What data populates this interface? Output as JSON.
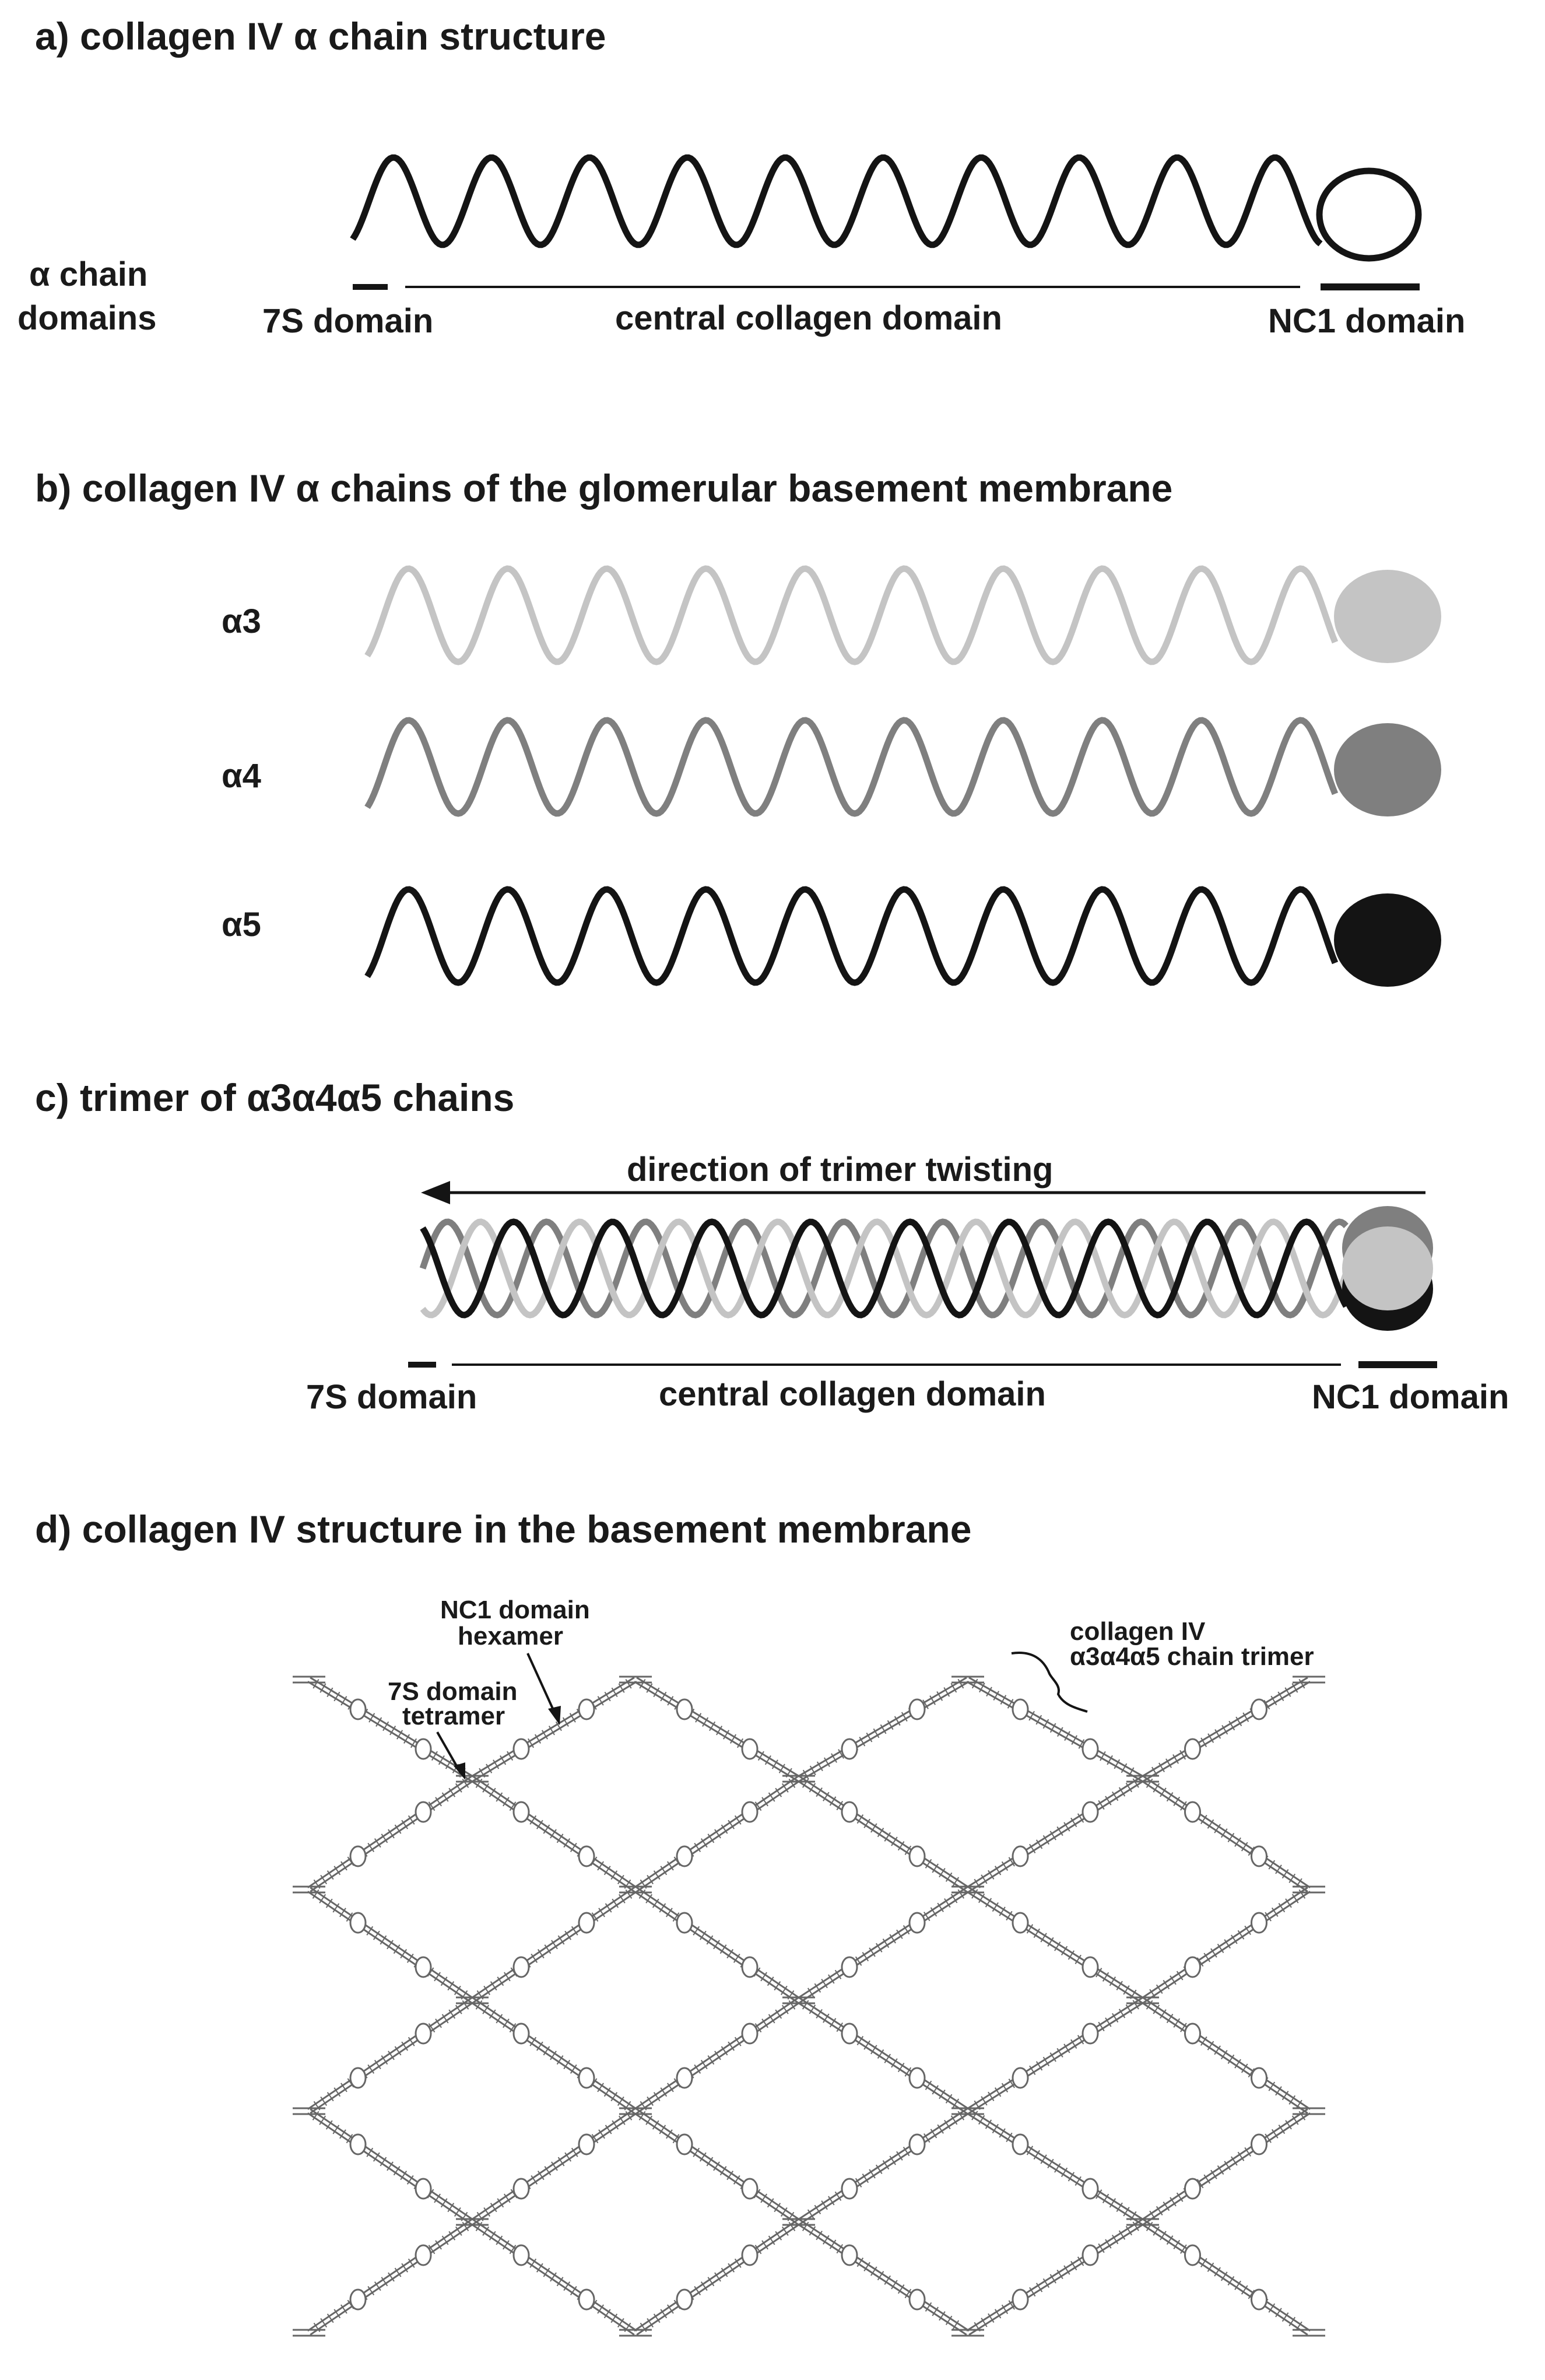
{
  "panels": {
    "a": {
      "title": "a) collagen IV α chain structure",
      "side_label_line1": "α chain",
      "side_label_line2": "domains",
      "domain_7s": "7S domain",
      "domain_central": "central collagen domain",
      "domain_nc1": "NC1 domain"
    },
    "b": {
      "title": "b) collagen IV α chains of the glomerular basement membrane",
      "chains": [
        {
          "label": "α3",
          "color": "#c4c4c4"
        },
        {
          "label": "α4",
          "color": "#7f7f7f"
        },
        {
          "label": "α5",
          "color": "#141414"
        }
      ]
    },
    "c": {
      "title": "c) trimer of  α3α4α5 chains",
      "arrow_label": "direction of trimer twisting",
      "domain_7s": "7S domain",
      "domain_central": "central collagen domain",
      "domain_nc1": "NC1 domain"
    },
    "d": {
      "title": "d) collagen IV structure in the basement membrane",
      "nc1_line1": "NC1 domain",
      "nc1_line2": "hexamer",
      "s7_line1": "7S domain",
      "s7_line2": "tetramer",
      "trimer_line1": "collagen IV",
      "trimer_line2": "α3α4α5 chain trimer"
    }
  },
  "colors": {
    "ink": "#141414",
    "light_gray": "#c4c4c4",
    "mid_gray": "#7f7f7f",
    "network": "#666666"
  }
}
